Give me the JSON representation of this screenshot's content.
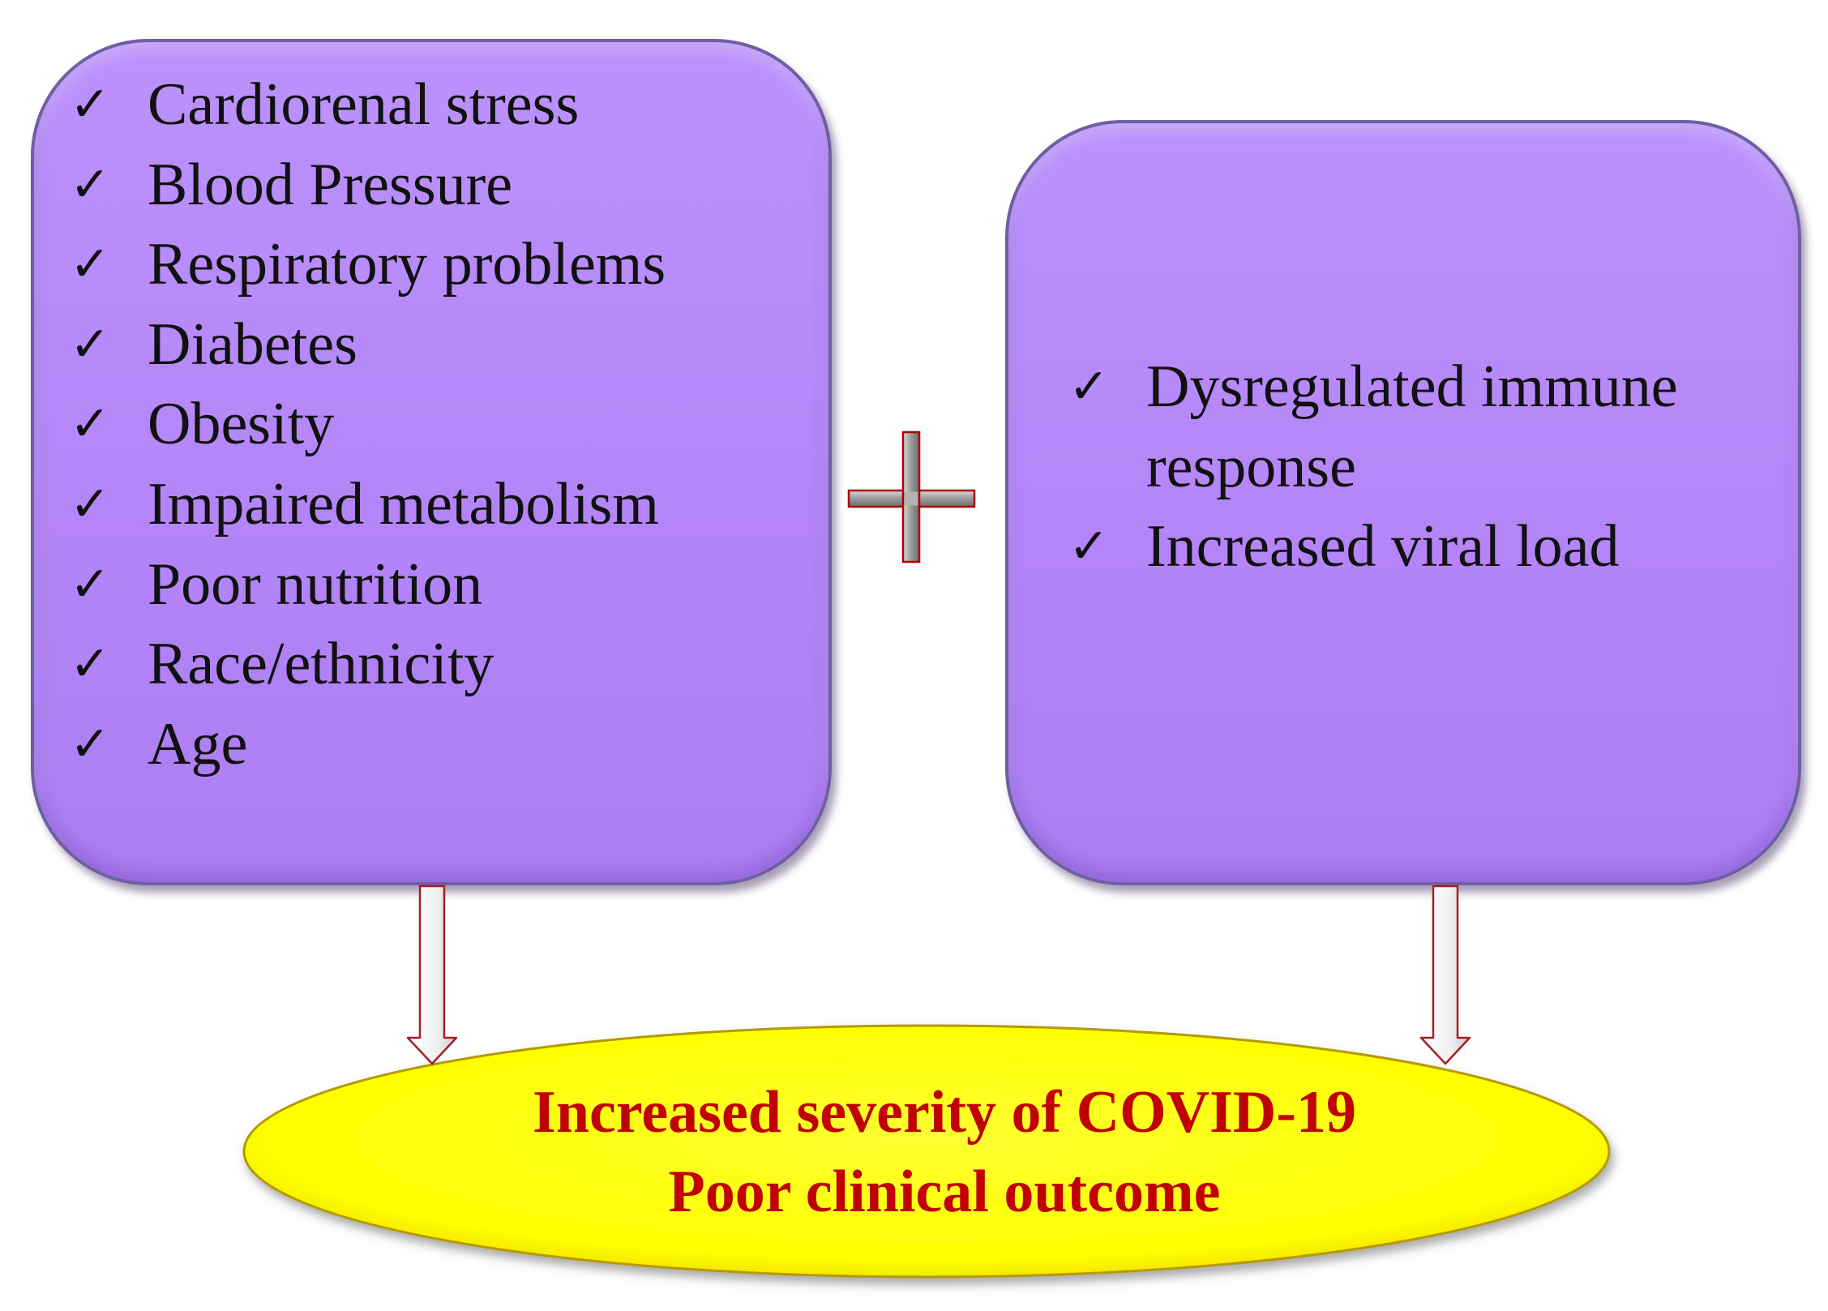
{
  "left_factors": {
    "items": [
      "Cardiorenal stress",
      "Blood Pressure",
      "Respiratory problems",
      "Diabetes",
      "Obesity",
      "Impaired metabolism",
      "Poor nutrition",
      "Race/ethnicity",
      "Age"
    ]
  },
  "right_factors": {
    "items": [
      "Dysregulated immune response",
      "Increased viral load"
    ]
  },
  "outcome": {
    "line1": "Increased severity of COVID-19",
    "line2": "Poor clinical outcome"
  },
  "icons": {
    "check": "check-icon",
    "plus": "plus-icon",
    "arrow": "down-arrow-icon"
  },
  "colors": {
    "box_fill": "#b485f8",
    "box_border": "#6d5fa4",
    "ellipse_fill": "#ffff00",
    "outcome_text": "#c00000"
  }
}
